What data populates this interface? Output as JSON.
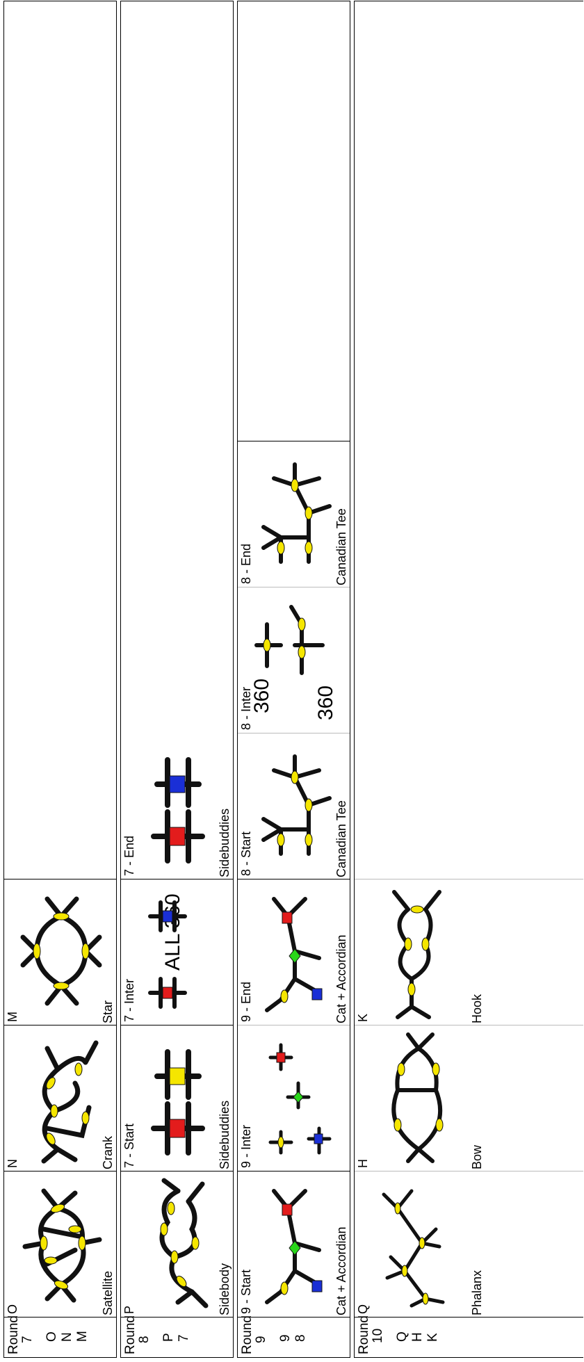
{
  "rows": [
    {
      "round": "Round",
      "num": "7",
      "list": [
        "O",
        "N",
        "M"
      ],
      "cells": [
        {
          "title": "O",
          "caption": "Satellite"
        },
        {
          "title": "N",
          "caption": "Crank"
        },
        {
          "title": "M",
          "caption": "Star"
        }
      ]
    },
    {
      "round": "Round",
      "num": "8",
      "list": [
        "P",
        "7"
      ],
      "cells": [
        {
          "title": "P",
          "caption": "Sidebody"
        },
        {
          "title": "7 - Start",
          "caption": "Sidebuddies"
        },
        {
          "title": "7 - Inter",
          "caption": "",
          "note": "ALL 360"
        },
        {
          "title": "7 - End",
          "caption": "Sidebuddies"
        }
      ]
    },
    {
      "round": "Round",
      "num": "9",
      "list": [
        "9",
        "8"
      ],
      "cells": [
        {
          "title": "9 - Start",
          "caption": "Cat + Accordian"
        },
        {
          "title": "9 - Inter",
          "caption": ""
        },
        {
          "title": "9 - End",
          "caption": "Cat + Accordian"
        },
        {
          "title": "8 - Start",
          "caption": "Canadian Tee"
        },
        {
          "title": "8 - Inter",
          "caption": "",
          "note1": "360",
          "note2": "360"
        },
        {
          "title": "8 - End",
          "caption": "Canadian Tee"
        }
      ]
    },
    {
      "round": "Round",
      "num": "10",
      "list": [
        "Q",
        "H",
        "K"
      ],
      "cells": [
        {
          "title": "Q",
          "caption": "Phalanx"
        },
        {
          "title": "H",
          "caption": "Bow"
        },
        {
          "title": "K",
          "caption": "Hook"
        }
      ]
    }
  ],
  "colors": {
    "body": "#f5e600",
    "red": "#e31c1c",
    "blue": "#1a2fd6",
    "green": "#29d61a",
    "limb": "#111111",
    "line": "#000000"
  }
}
